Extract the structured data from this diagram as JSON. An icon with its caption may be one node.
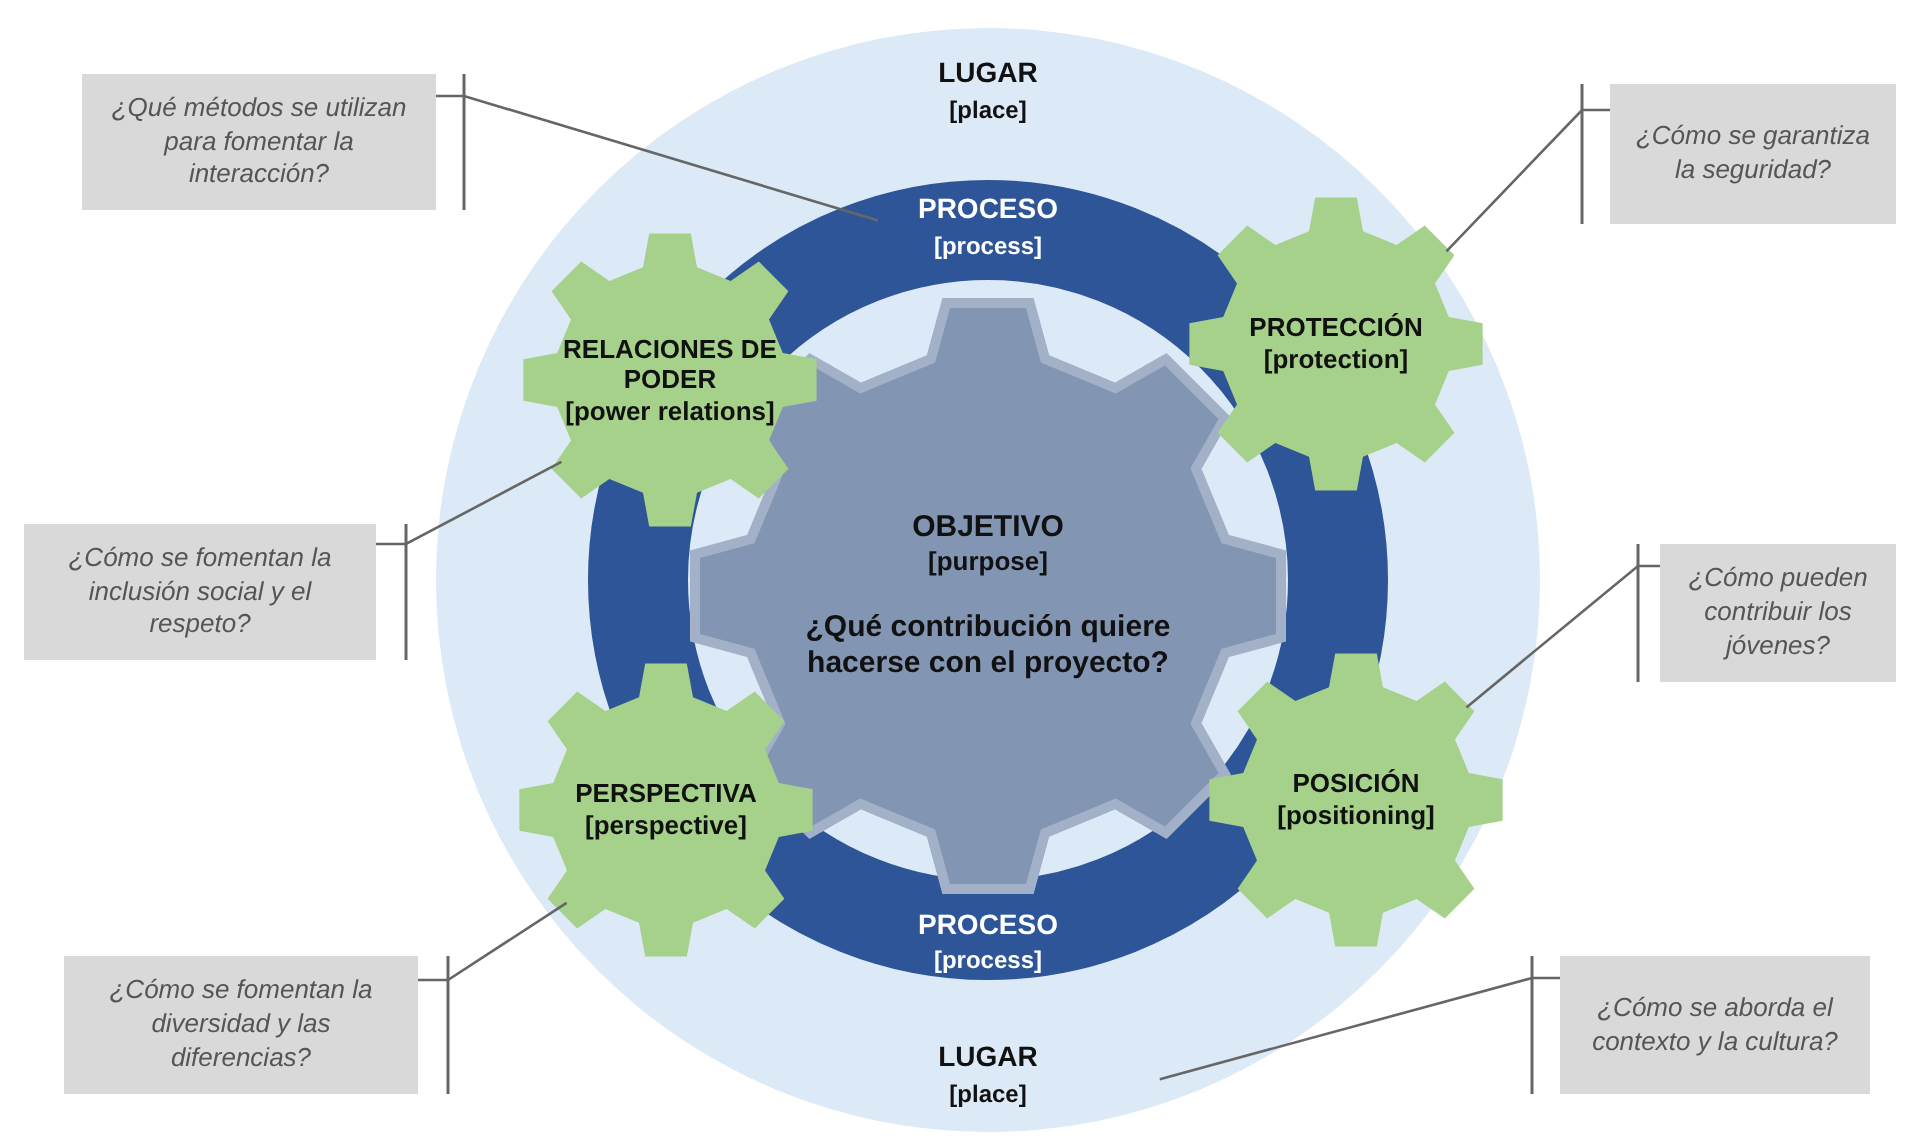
{
  "diagram": {
    "nodes": [
      {
        "text": [
          "LUGAR",
          "[place]",
          "LUGAR",
          "[place]"
        ]
      },
      {
        "text": [
          "PROCESO",
          "[process]",
          "PROCESO",
          "[process]"
        ],
        "in": 0
      },
      {
        "text": [
          "OBJETIVO",
          "[purpose]",
          "¿Qué contribución quiere hacerse con el proyecto?"
        ],
        "in": 1
      },
      {
        "text": [
          "RELACIONES DE PODER",
          "[power relations]"
        ],
        "in": 0
      },
      {
        "text": [
          "PROTECCIÓN",
          "[protection]"
        ],
        "in": 0
      },
      {
        "text": [
          "PERSPECTIVA",
          "[perspective]"
        ],
        "in": 0
      },
      {
        "text": [
          "POSICIÓN",
          "[positioning]"
        ],
        "in": 0
      },
      {
        "text": [
          "¿Qué métodos se utilizan para fomentar la interacción?"
        ]
      },
      {
        "text": [
          "¿Cómo se garantiza la seguridad?"
        ]
      },
      {
        "text": [
          "¿Cómo se fomentan la inclusión social y el respeto?"
        ]
      },
      {
        "text": [
          "¿Cómo pueden contribuir los jóvenes?"
        ]
      },
      {
        "text": [
          "¿Cómo se fomentan la diversidad y las diferencias?"
        ]
      },
      {
        "text": [
          "¿Cómo se aborda el contexto y la cultura?"
        ]
      }
    ],
    "edges": [
      {
        "from": 7,
        "to": 1,
        "arrow": "none"
      },
      {
        "from": 8,
        "to": 4,
        "arrow": "none"
      },
      {
        "from": 9,
        "to": 3,
        "arrow": "none"
      },
      {
        "from": 10,
        "to": 6,
        "arrow": "none"
      },
      {
        "from": 11,
        "to": 5,
        "arrow": "none"
      },
      {
        "from": 12,
        "to": 0,
        "arrow": "none"
      }
    ]
  }
}
